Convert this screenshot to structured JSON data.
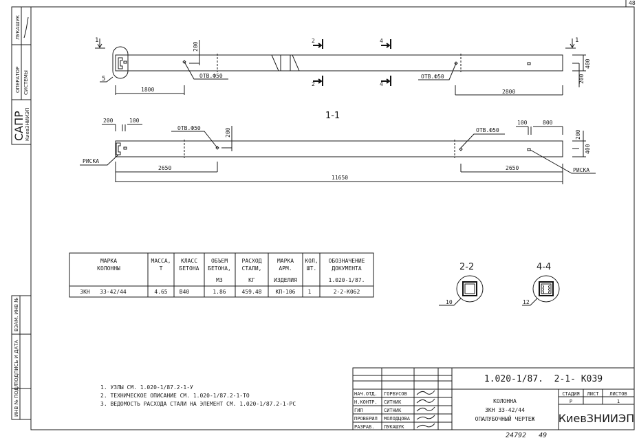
{
  "sheet_corner": "48",
  "side_stamp": {
    "top": [
      "ЛУКАШУК",
      "ОПЕРАТОР",
      "СИСТЕМЫ",
      "САПР",
      "КиевЗНИИЭП"
    ],
    "bottom": [
      "ВЗАМ. ИНВ №",
      "ПОДПИСЬ И ДАТА",
      "ИНВ № ПОДЛ"
    ]
  },
  "plan_view": {
    "section_marks": [
      "1",
      "2",
      "4",
      "1"
    ],
    "callout": "5",
    "hole_label_1": "ОТВ.Ф50",
    "hole_label_2": "ОТВ.Ф50",
    "dims": {
      "left": "1800",
      "right": "2800",
      "top_offset": "200",
      "height": "400",
      "side_offset": "200"
    }
  },
  "section_1_1": {
    "title": "1-1",
    "hole_label_1": "ОТВ.Ф50",
    "hole_label_2": "ОТВ.Ф50",
    "mark_left": "РИСКА",
    "mark_right": "РИСКА",
    "dims": {
      "d200a": "200",
      "d100a": "100",
      "d200b": "200",
      "d100b": "100",
      "d800": "800",
      "d200c": "200",
      "d400": "400",
      "left": "2650",
      "right": "2650",
      "total": "11650"
    }
  },
  "table": {
    "headers": [
      [
        "МАРКА",
        "КОЛОННЫ"
      ],
      [
        "МАССА,",
        "Т"
      ],
      [
        "КЛАСС",
        "БЕТОНА"
      ],
      [
        "ОБЪЕМ",
        "БЕТОНА,",
        "М3"
      ],
      [
        "РАСХОД",
        "СТАЛИ,",
        "КГ"
      ],
      [
        "МАРКА",
        "АРМ.",
        "ИЗДЕЛИЯ"
      ],
      [
        "КОЛ,",
        "ШТ."
      ],
      [
        "ОБОЗНАЧЕНИЕ",
        "ДОКУМЕНТА",
        "1.020-1/87."
      ]
    ],
    "row": [
      "3КН   33-42/44",
      "4.65",
      "В40",
      "1.86",
      "459.48",
      "КП-106",
      "1",
      "2-2-К062"
    ]
  },
  "sections": [
    {
      "title": "2-2",
      "callout": "10"
    },
    {
      "title": "4-4",
      "callout": "12"
    }
  ],
  "notes": [
    "1. УЗЛЫ СМ. 1.020-1/87.2-1-У",
    "2. ТЕХНИЧЕСКОЕ ОПИСАНИЕ СМ. 1.020-1/87.2-1-ТО",
    "3. ВЕДОМОСТЬ РАСХОДА СТАЛИ НА ЭЛЕМЕНТ СМ. 1.020-1/87.2-1-РС"
  ],
  "title_block": {
    "code": "1.020-1/87.  2-1- К039",
    "roles": [
      {
        "role": "НАЧ.ОТД.",
        "name": "ГОРБУСОВ"
      },
      {
        "role": "Н.КОНТР.",
        "name": "СИТНИК"
      },
      {
        "role": "ГИП",
        "name": "СИТНИК"
      },
      {
        "role": "ПРОВЕРИЛ",
        "name": "МОЛОДЦОВА"
      },
      {
        "role": "РАЗРАБ.",
        "name": "ЛУКАШУК"
      }
    ],
    "title_lines": [
      "КОЛОННА",
      "3КН 33-42/44",
      "ОПАЛУБОЧНЫЙ ЧЕРТЕЖ"
    ],
    "stage_headers": [
      "СТАДИЯ",
      "ЛИСТ",
      "ЛИСТОВ"
    ],
    "stage": "Р",
    "sheet": "",
    "sheets": "1",
    "org": "КиевЗНИИЭП"
  },
  "footer_number": "24792   49"
}
